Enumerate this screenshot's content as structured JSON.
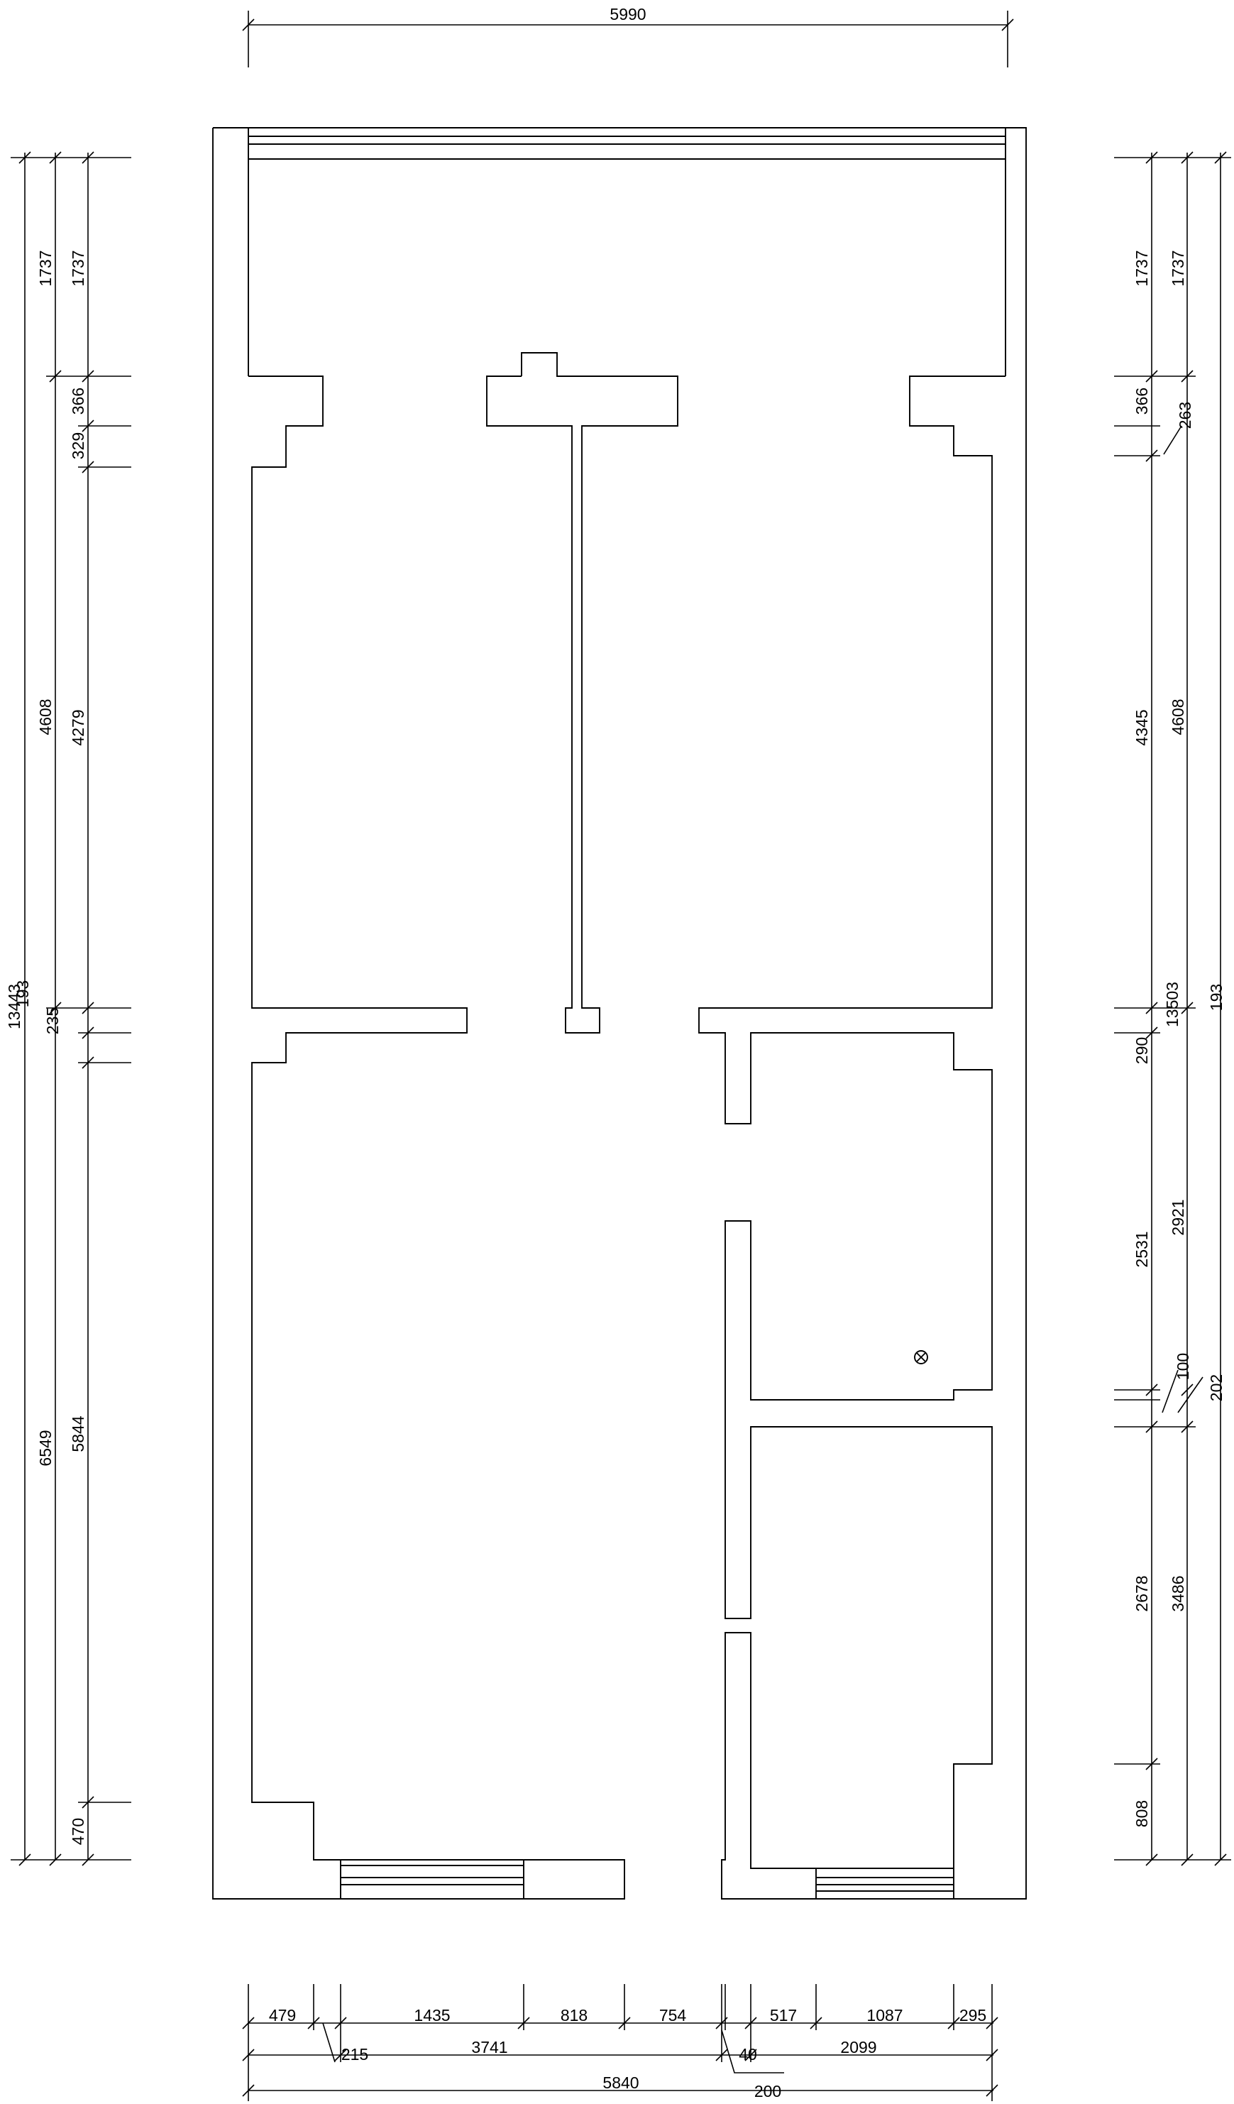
{
  "top_dimensions": {
    "overall": "5990"
  },
  "left_dimensions": {
    "outer": [
      "1737",
      "4608",
      "6549"
    ],
    "overall": "13443",
    "overall_overlap": "193",
    "inner": [
      "1737",
      "366",
      "329",
      "4279",
      "235",
      "5844",
      "470"
    ]
  },
  "right_dimensions": {
    "inner": [
      "1737",
      "366",
      "263",
      "4345",
      "290",
      "2531",
      "100",
      "202",
      "2678",
      "808"
    ],
    "outer": [
      "1737",
      "4608",
      "193",
      "2921",
      "3486"
    ],
    "overall": "13503"
  },
  "bottom_dimensions": {
    "row1": [
      "479",
      "1435",
      "818",
      "754",
      "517",
      "1087",
      "295"
    ],
    "row2": [
      "215",
      "3741",
      "40",
      "2099"
    ],
    "overall": "5840",
    "extra": "200"
  },
  "symbols": {
    "floor_drain": "floor-drain-icon"
  }
}
